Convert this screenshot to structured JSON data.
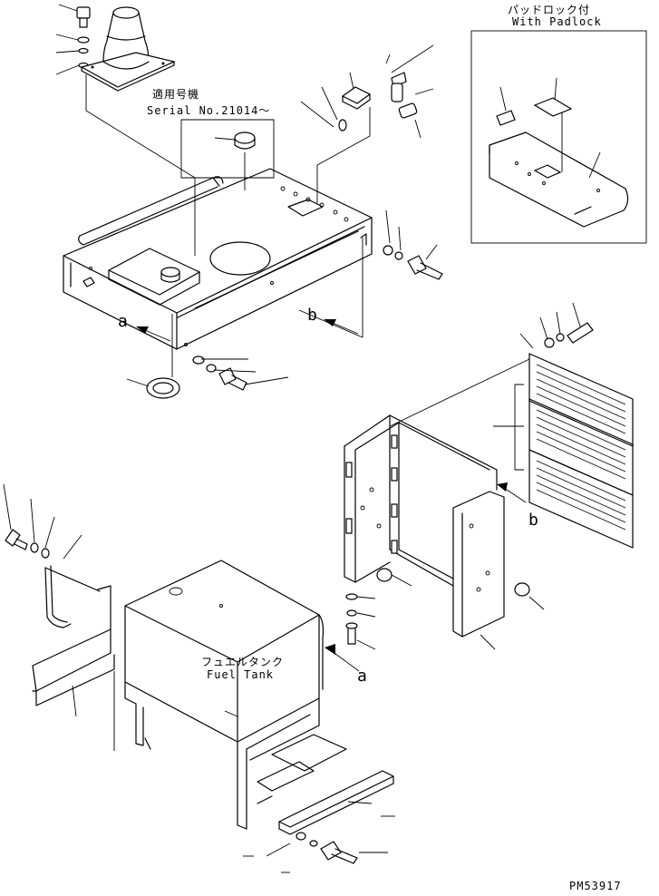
{
  "labels": {
    "padlock_jp": "パッドロック付",
    "padlock_en": "With Padlock",
    "serial_jp": "適用号機",
    "serial_en": "Serial No.21014～",
    "view_a_top": "a",
    "view_b_top": "b",
    "view_b_right": "b",
    "view_a_bottom": "a",
    "fuel_tank_jp": "フュエルタンク",
    "fuel_tank_en": "Fuel Tank",
    "drawing_no": "PM53917"
  },
  "colors": {
    "ink": "#000000",
    "paper": "#ffffff"
  }
}
